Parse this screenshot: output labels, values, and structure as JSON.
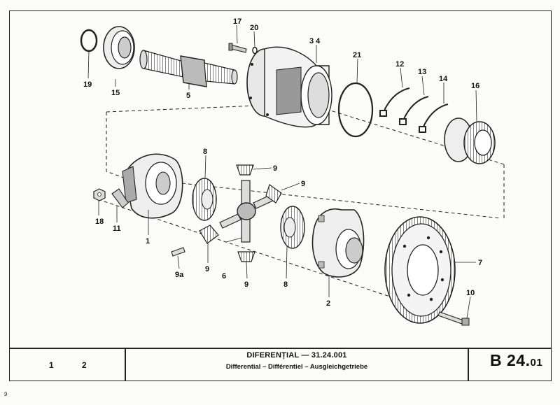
{
  "document": {
    "title": "DIFERENȚIAL — 31.24.001",
    "subtitle": "Differential – Différentiel – Ausgleichgetriebe",
    "page_code_main": "B 24.",
    "page_code_suffix": "01",
    "footer_col_1": "1",
    "footer_col_2": "2",
    "corner_mark": "9"
  },
  "callouts": {
    "c1": "1",
    "c2": "2",
    "c34": "3 4",
    "c5": "5",
    "c6": "6",
    "c7": "7",
    "c8a": "8",
    "c8b": "8",
    "c9a": "9",
    "c9b": "9",
    "c9c": "9",
    "c9d": "9",
    "c9e": "9a",
    "c10": "10",
    "c11": "11",
    "c12": "12",
    "c13": "13",
    "c14": "14",
    "c15": "15",
    "c16": "16",
    "c17": "17",
    "c18": "18",
    "c19": "19",
    "c20": "20",
    "c21": "21"
  }
}
